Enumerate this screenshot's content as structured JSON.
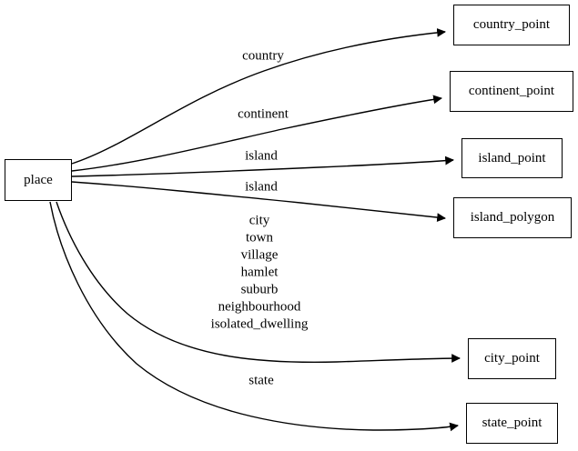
{
  "diagram": {
    "type": "directed-graph",
    "title": "place",
    "background_color": "#ffffff",
    "line_color": "#000000",
    "text_color": "#000000",
    "source_node": {
      "id": "place",
      "label": "place"
    },
    "target_nodes": [
      {
        "id": "country_point",
        "label": "country_point"
      },
      {
        "id": "continent_point",
        "label": "continent_point"
      },
      {
        "id": "island_point",
        "label": "island_point"
      },
      {
        "id": "island_polygon",
        "label": "island_polygon"
      },
      {
        "id": "city_point",
        "label": "city_point"
      },
      {
        "id": "state_point",
        "label": "state_point"
      }
    ],
    "edges": [
      {
        "from": "place",
        "to": "country_point",
        "label": "country"
      },
      {
        "from": "place",
        "to": "continent_point",
        "label": "continent"
      },
      {
        "from": "place",
        "to": "island_point",
        "label": "island"
      },
      {
        "from": "place",
        "to": "island_polygon",
        "label": "island"
      },
      {
        "from": "place",
        "to": "city_point",
        "label": "city\ntown\nvillage\nhamlet\nsuburb\nneighbourhood\nisolated_dwelling"
      },
      {
        "from": "place",
        "to": "state_point",
        "label": "state"
      }
    ]
  }
}
